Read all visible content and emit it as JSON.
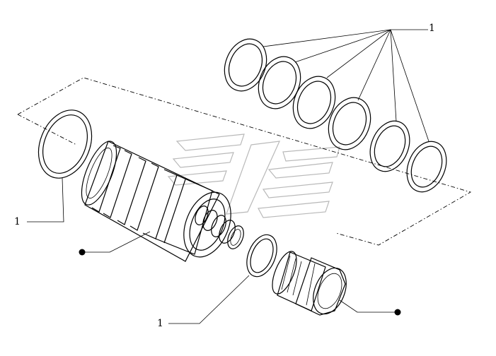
{
  "diagram": {
    "callouts": [
      {
        "id": "seal-rings",
        "text": "1"
      },
      {
        "id": "left-ring",
        "text": "1"
      },
      {
        "id": "small-ring",
        "text": "1"
      }
    ],
    "bullet_refs": [
      {
        "id": "valve-body"
      },
      {
        "id": "plug"
      }
    ]
  }
}
